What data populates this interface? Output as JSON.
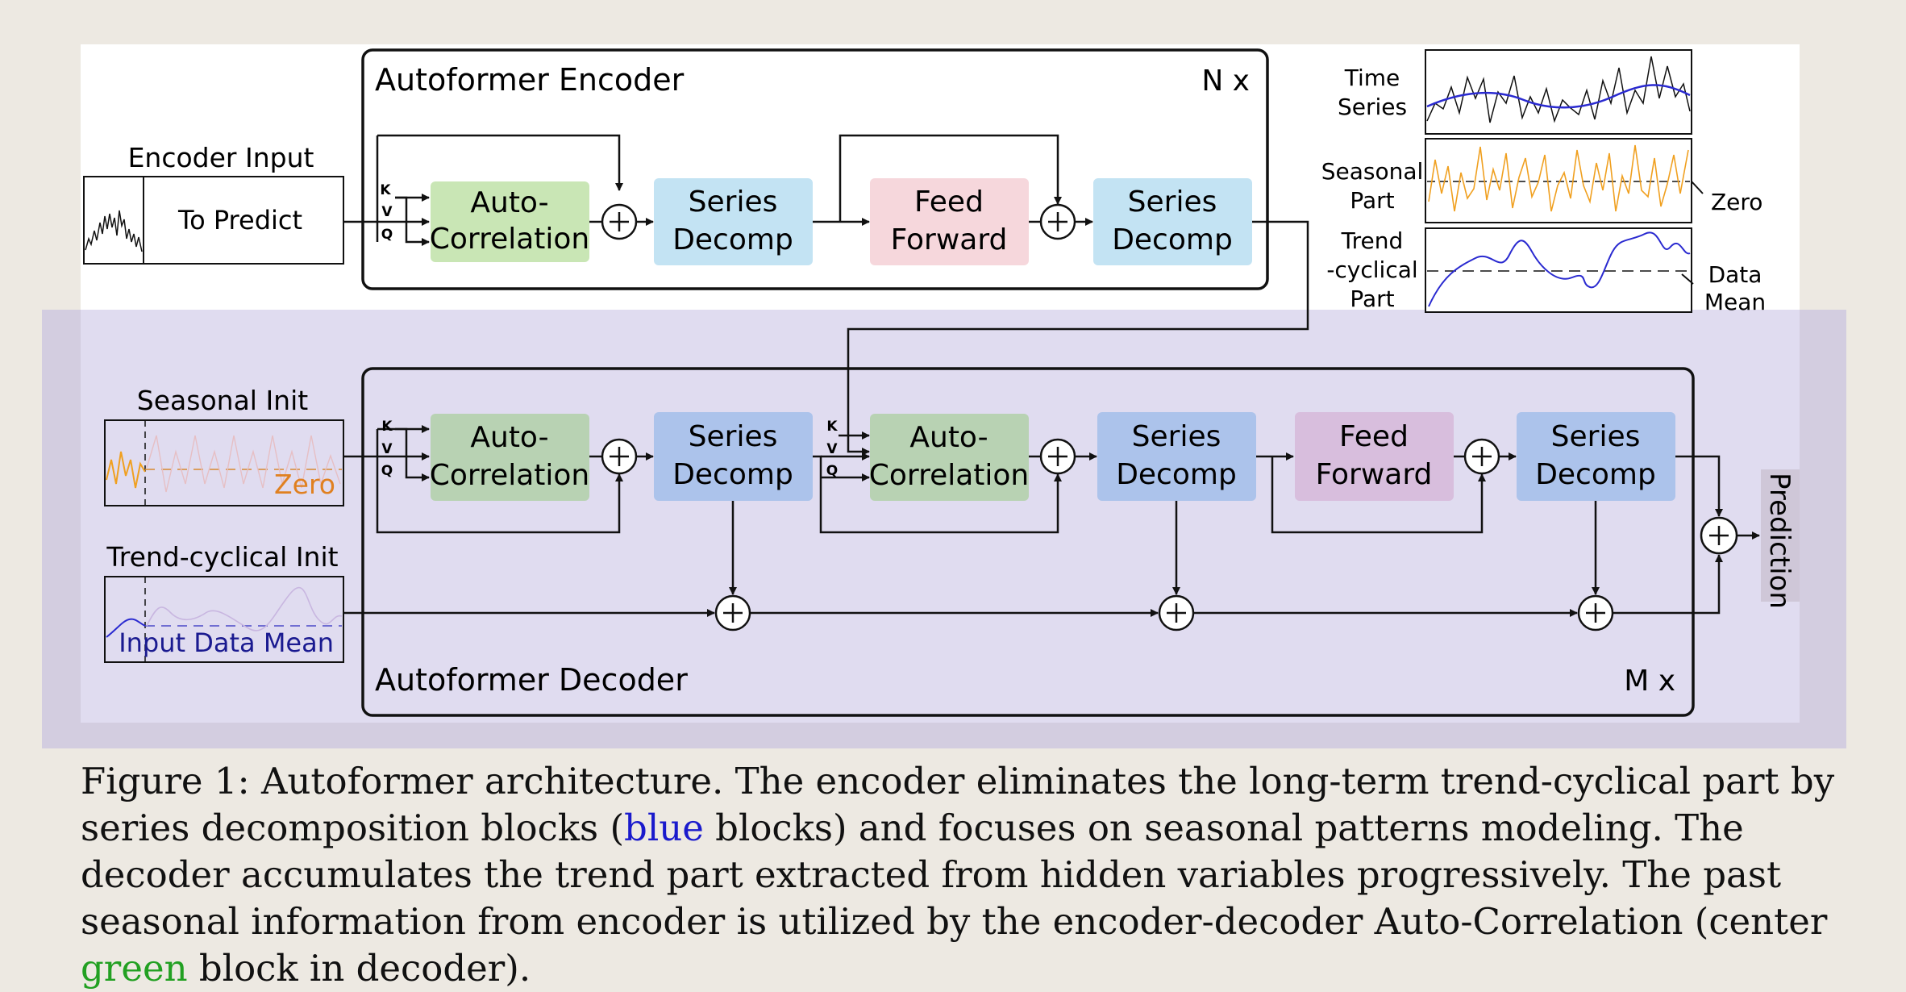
{
  "encoder": {
    "title": "Autoformer Encoder",
    "repeat": "N x",
    "input_label": "Encoder Input",
    "to_predict": "To Predict",
    "blocks": {
      "autocorr": [
        "Auto-",
        "Correlation"
      ],
      "decomp1": [
        "Series",
        "Decomp"
      ],
      "ff": [
        "Feed",
        "Forward"
      ],
      "decomp2": [
        "Series",
        "Decomp"
      ]
    }
  },
  "decoder": {
    "title": "Autoformer Decoder",
    "repeat": "M x",
    "seasonal_init": "Seasonal Init",
    "seasonal_zero": "Zero",
    "trend_init": "Trend-cyclical Init",
    "trend_mean": "Input Data Mean",
    "prediction": "Prediction",
    "blocks": {
      "autocorr1": [
        "Auto-",
        "Correlation"
      ],
      "decomp1": [
        "Series",
        "Decomp"
      ],
      "autocorr2": [
        "Auto-",
        "Correlation"
      ],
      "decomp2": [
        "Series",
        "Decomp"
      ],
      "ff": [
        "Feed",
        "Forward"
      ],
      "decomp3": [
        "Series",
        "Decomp"
      ]
    }
  },
  "kvq": [
    "K",
    "V",
    "Q"
  ],
  "legend": {
    "time_series": [
      "Time",
      "Series"
    ],
    "seasonal": [
      "Seasonal",
      "Part"
    ],
    "trend": [
      "Trend",
      "-cyclical",
      "Part"
    ],
    "zero": "Zero",
    "data_mean": [
      "Data",
      "Mean"
    ]
  },
  "caption": {
    "part1": "Figure 1: Autoformer architecture. The encoder eliminates the long-term trend-cyclical part by series decomposition blocks (",
    "blue": "blue",
    "part2": " blocks) and focuses on seasonal patterns modeling. The decoder accumulates the trend part extracted from hidden variables progressively. The past seasonal information from encoder is utilized by the encoder-decoder Auto-Correlation (center ",
    "green": "green",
    "part3": " block in decoder)."
  },
  "colors": {
    "autocorr_enc": "#c9e6b5",
    "decomp_enc": "#c3e3f3",
    "ff_enc": "#f6d7dc",
    "autocorr_dec": "#b8d2b3",
    "decomp_dec": "#acc3eb",
    "ff_dec": "#d8bedd",
    "decoder_bg": "#e0dcf0",
    "seasonal_line": "#f0a020",
    "trend_line": "#2a2ad0",
    "mean_text": "#1a1a90"
  }
}
